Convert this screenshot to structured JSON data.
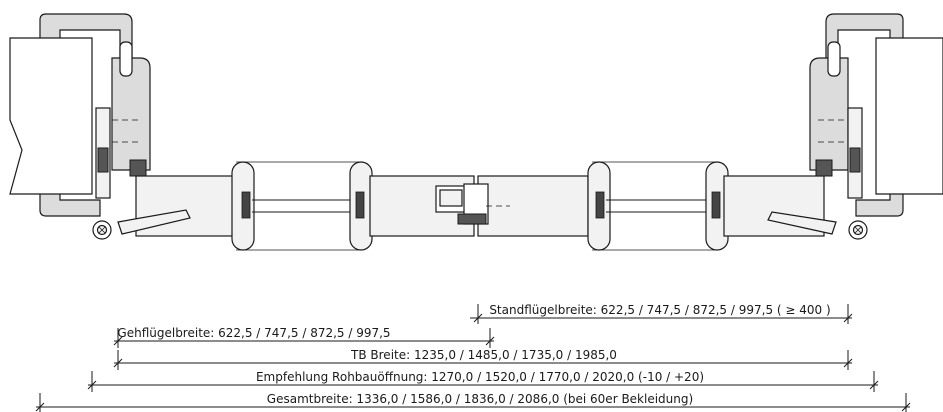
{
  "dimensions": [
    {
      "id": "standfluegel",
      "label": "Standflügelbreite: 622,5 / 747,5 / 872,5 / 997,5 ( ≥ 400 )"
    },
    {
      "id": "gehfluegel",
      "label": "Gehflügelbreite: 622,5 / 747,5 / 872,5 / 997,5"
    },
    {
      "id": "tb",
      "label": "TB Breite: 1235,0 / 1485,0 / 1735,0 / 1985,0"
    },
    {
      "id": "rohbau",
      "label": "Empfehlung Rohbauöffnung: 1270,0 / 1520,0 / 1770,0 / 2020,0 (-10 / +20)"
    },
    {
      "id": "gesamt",
      "label": "Gesamtbreite: 1336,0 / 1586,0 / 1836,0 / 2086,0 (bei 60er Bekleidung)"
    }
  ]
}
